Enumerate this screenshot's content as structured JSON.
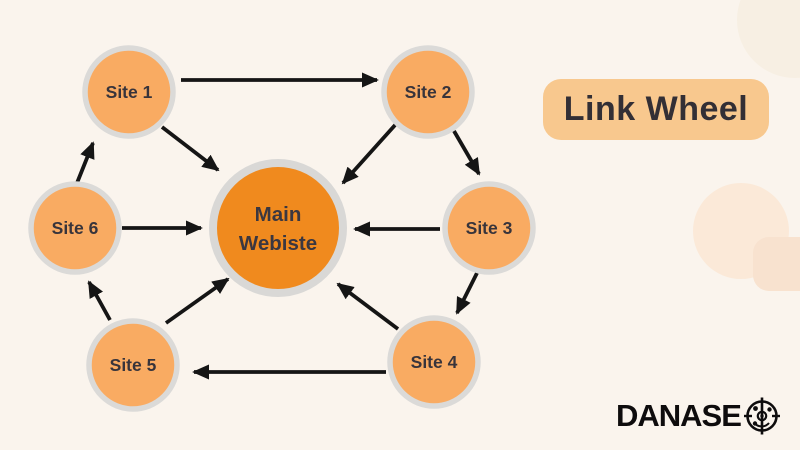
{
  "canvas": {
    "background_color": "#faf4ed"
  },
  "title_badge": {
    "label": "Link Wheel",
    "bg_color": "#f8c88e",
    "text_color": "#332f35"
  },
  "diagram": {
    "center": {
      "line1": "Main",
      "line2": "Webiste",
      "fill": "#f08a1e",
      "ring_color": "#d9d8d6"
    },
    "satellites": [
      {
        "label": "Site 1"
      },
      {
        "label": "Site 2"
      },
      {
        "label": "Site 3"
      },
      {
        "label": "Site 4"
      },
      {
        "label": "Site 5"
      },
      {
        "label": "Site 6"
      }
    ],
    "satellite_fill": "#f9ab62",
    "satellite_ring_color": "#dbdad8",
    "label_color": "#38343b",
    "arrow_color": "#151515",
    "links": {
      "outer_ring": [
        "Site 1 → Site 2",
        "Site 2 → Site 3",
        "Site 3 → Site 4",
        "Site 4 → Site 5",
        "Site 5 → Site 6",
        "Site 6 → Site 1"
      ],
      "spokes": [
        "Site 1 → Main Webiste",
        "Site 2 → Main Webiste",
        "Site 3 → Main Webiste",
        "Site 4 → Main Webiste",
        "Site 5 → Main Webiste",
        "Site 6 → Main Webiste"
      ]
    }
  },
  "logo": {
    "text": "DANASE",
    "icon": "crosshair-target",
    "color": "#0e0c0d"
  }
}
